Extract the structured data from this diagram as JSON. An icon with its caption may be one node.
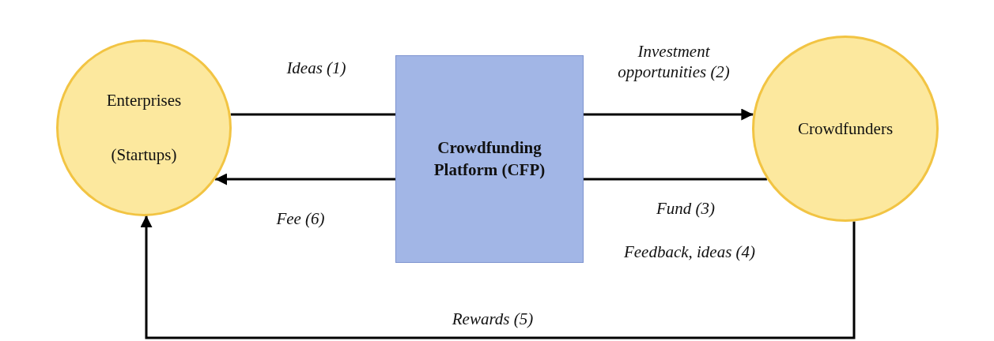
{
  "diagram": {
    "nodes": [
      {
        "text": [
          "Enterprises",
          "(Startups)"
        ]
      },
      {
        "text": [
          "Crowdfunding Platform (CFP)"
        ]
      },
      {
        "text": [
          "Crowdfunders"
        ]
      }
    ],
    "edges": [
      {
        "from": 0,
        "to": 1,
        "arrow": "none",
        "label": "Ideas (1)"
      },
      {
        "from": 1,
        "to": 2,
        "arrow": "to",
        "label": "Investment opportunities (2)"
      },
      {
        "from": 2,
        "to": 1,
        "arrow": "none",
        "label": "Fund (3)"
      },
      {
        "from": 1,
        "to": 0,
        "arrow": "to",
        "label": "Fee (6)"
      },
      {
        "from": 2,
        "to": 0,
        "arrow": "to",
        "label": "Rewards (5)"
      }
    ],
    "labels": [
      "Feedback, ideas (4)"
    ]
  }
}
